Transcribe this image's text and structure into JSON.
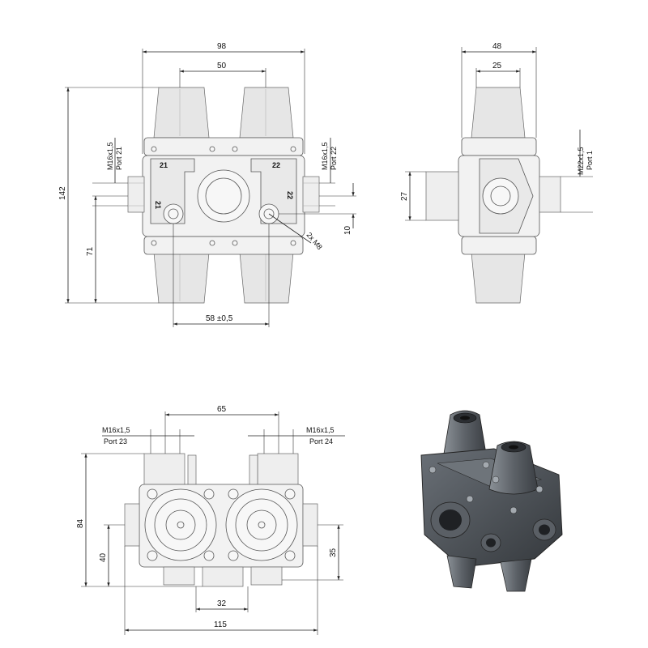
{
  "front_view": {
    "dim_width_total": "98",
    "dim_width_inner": "50",
    "dim_height_total": "142",
    "dim_height_71": "71",
    "dim_port_spacing": "58 ±0,5",
    "dim_10": "10",
    "port21_thread": "M16x1,5",
    "port21_label": "Port 21",
    "port22_thread": "M16x1,5",
    "port22_label": "Port 22",
    "mount_label": "2x M8",
    "mark_21_top": "21",
    "mark_22_top": "22",
    "mark_21_side": "21",
    "mark_22_side": "22"
  },
  "side_view": {
    "dim_width_total": "48",
    "dim_width_inner": "25",
    "dim_27": "27",
    "port1_thread": "M22x1,5",
    "port1_label": "Port 1"
  },
  "bottom_view": {
    "dim_65": "65",
    "dim_84": "84",
    "dim_40": "40",
    "dim_35": "35",
    "dim_32": "32",
    "dim_115": "115",
    "port23_thread": "M16x1,5",
    "port23_label": "Port 23",
    "port24_thread": "M16x1,5",
    "port24_label": "Port 24"
  },
  "iso_view": {
    "colors": {
      "body": "#4a4f55",
      "cone": "#5c6166",
      "bolt": "#9aa0a6"
    }
  }
}
